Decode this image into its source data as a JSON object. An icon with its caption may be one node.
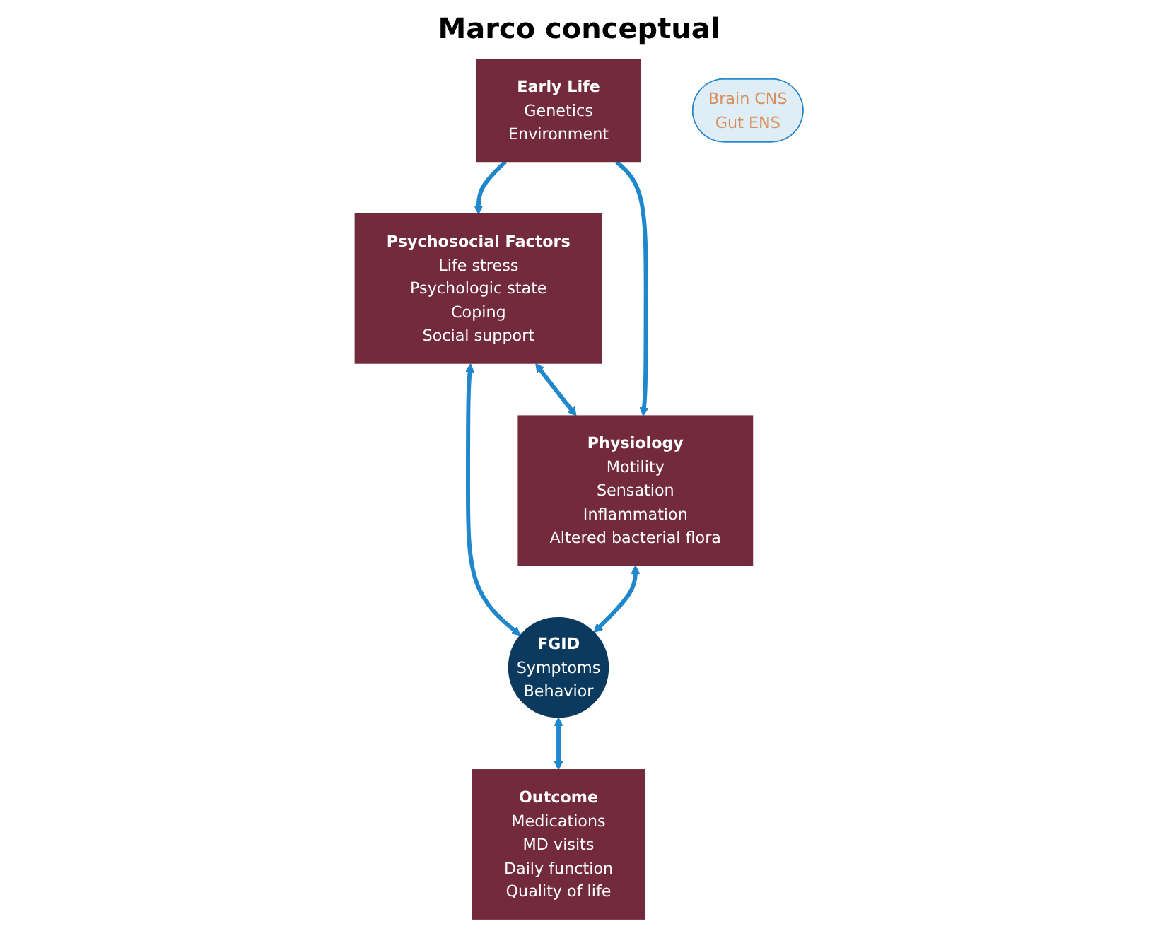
{
  "diagram": {
    "title": "Marco conceptual",
    "nodes": [
      {
        "text": [
          "Early Life",
          "Genetics",
          "Environment"
        ]
      },
      {
        "text": [
          "Psychosocial Factors",
          "Life stress",
          "Psychologic state",
          "Coping",
          "Social support"
        ]
      },
      {
        "text": [
          "Brain CNS",
          "Gut ENS"
        ]
      },
      {
        "text": [
          "Physiology",
          "Motility",
          "Sensation",
          "Inflammation",
          "Altered bacterial flora"
        ]
      },
      {
        "text": [
          "FGID",
          "Symptoms",
          "Behavior"
        ]
      },
      {
        "text": [
          "Outcome",
          "Medications",
          "MD visits",
          "Daily function",
          "Quality of life"
        ]
      }
    ],
    "edges": [
      {
        "from": 0,
        "to": 1,
        "arrow": "to"
      },
      {
        "from": 0,
        "to": 3,
        "arrow": "to"
      },
      {
        "from": 1,
        "to": 4,
        "arrow": "both"
      },
      {
        "from": 1,
        "to": 3,
        "arrow": "both"
      },
      {
        "from": 3,
        "to": 4,
        "arrow": "both"
      },
      {
        "from": 4,
        "to": 5,
        "arrow": "both"
      }
    ]
  }
}
